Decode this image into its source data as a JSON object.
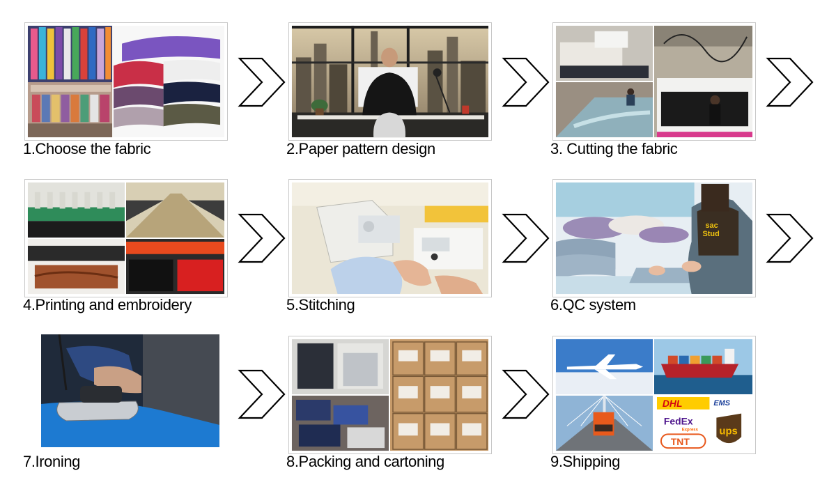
{
  "steps": [
    {
      "label": "1.Choose the fabric"
    },
    {
      "label": "2.Paper pattern design"
    },
    {
      "label": "3. Cutting the fabric"
    },
    {
      "label": "4.Printing and embroidery"
    },
    {
      "label": "5.Stitching"
    },
    {
      "label": "6.QC system"
    },
    {
      "label": "7.Ironing"
    },
    {
      "label": "8.Packing and cartoning"
    },
    {
      "label": "9.Shipping"
    }
  ],
  "shipping_logos": {
    "dhl": "DHL",
    "ems": "EMS",
    "fedex": "FedEx",
    "fedex_sub": "Express",
    "tnt": "TNT",
    "ups": "ups"
  },
  "qc_apron_text": "sac\nStud",
  "colors": {
    "arrow": "#000000",
    "border": "#c8c8c8",
    "dhl_yellow": "#ffcc00",
    "dhl_red": "#d40511",
    "ups_brown": "#5a3a1a",
    "ups_gold": "#f5b800",
    "fedex_purple": "#4d148c",
    "fedex_orange": "#ff6600"
  }
}
